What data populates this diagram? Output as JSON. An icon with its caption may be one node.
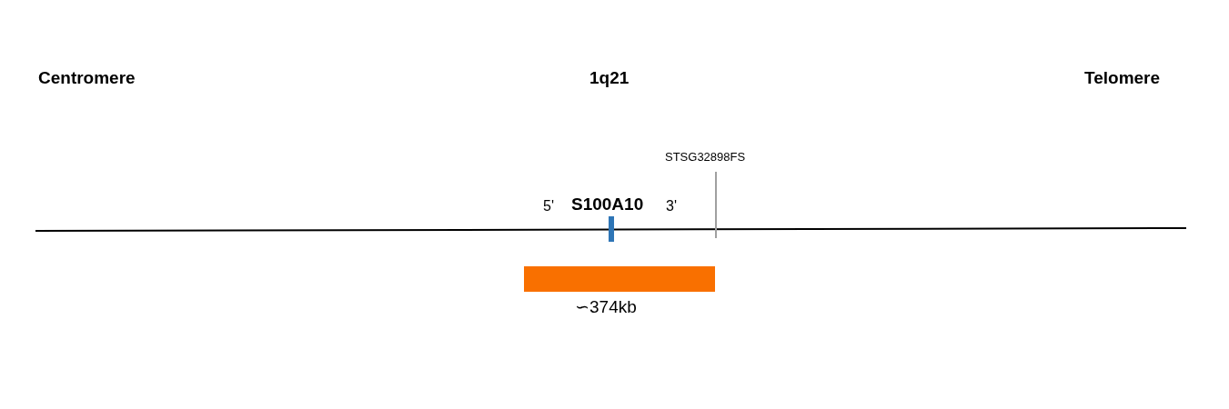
{
  "diagram": {
    "nodes": [
      {
        "text": [],
        "shape": "bar",
        "beside": [
          "∽374kb"
        ]
      }
    ],
    "labels": [
      "Centromere",
      "1q21",
      "Telomere",
      "STSG32898FS",
      "5'",
      "S100A10",
      "3'"
    ]
  }
}
